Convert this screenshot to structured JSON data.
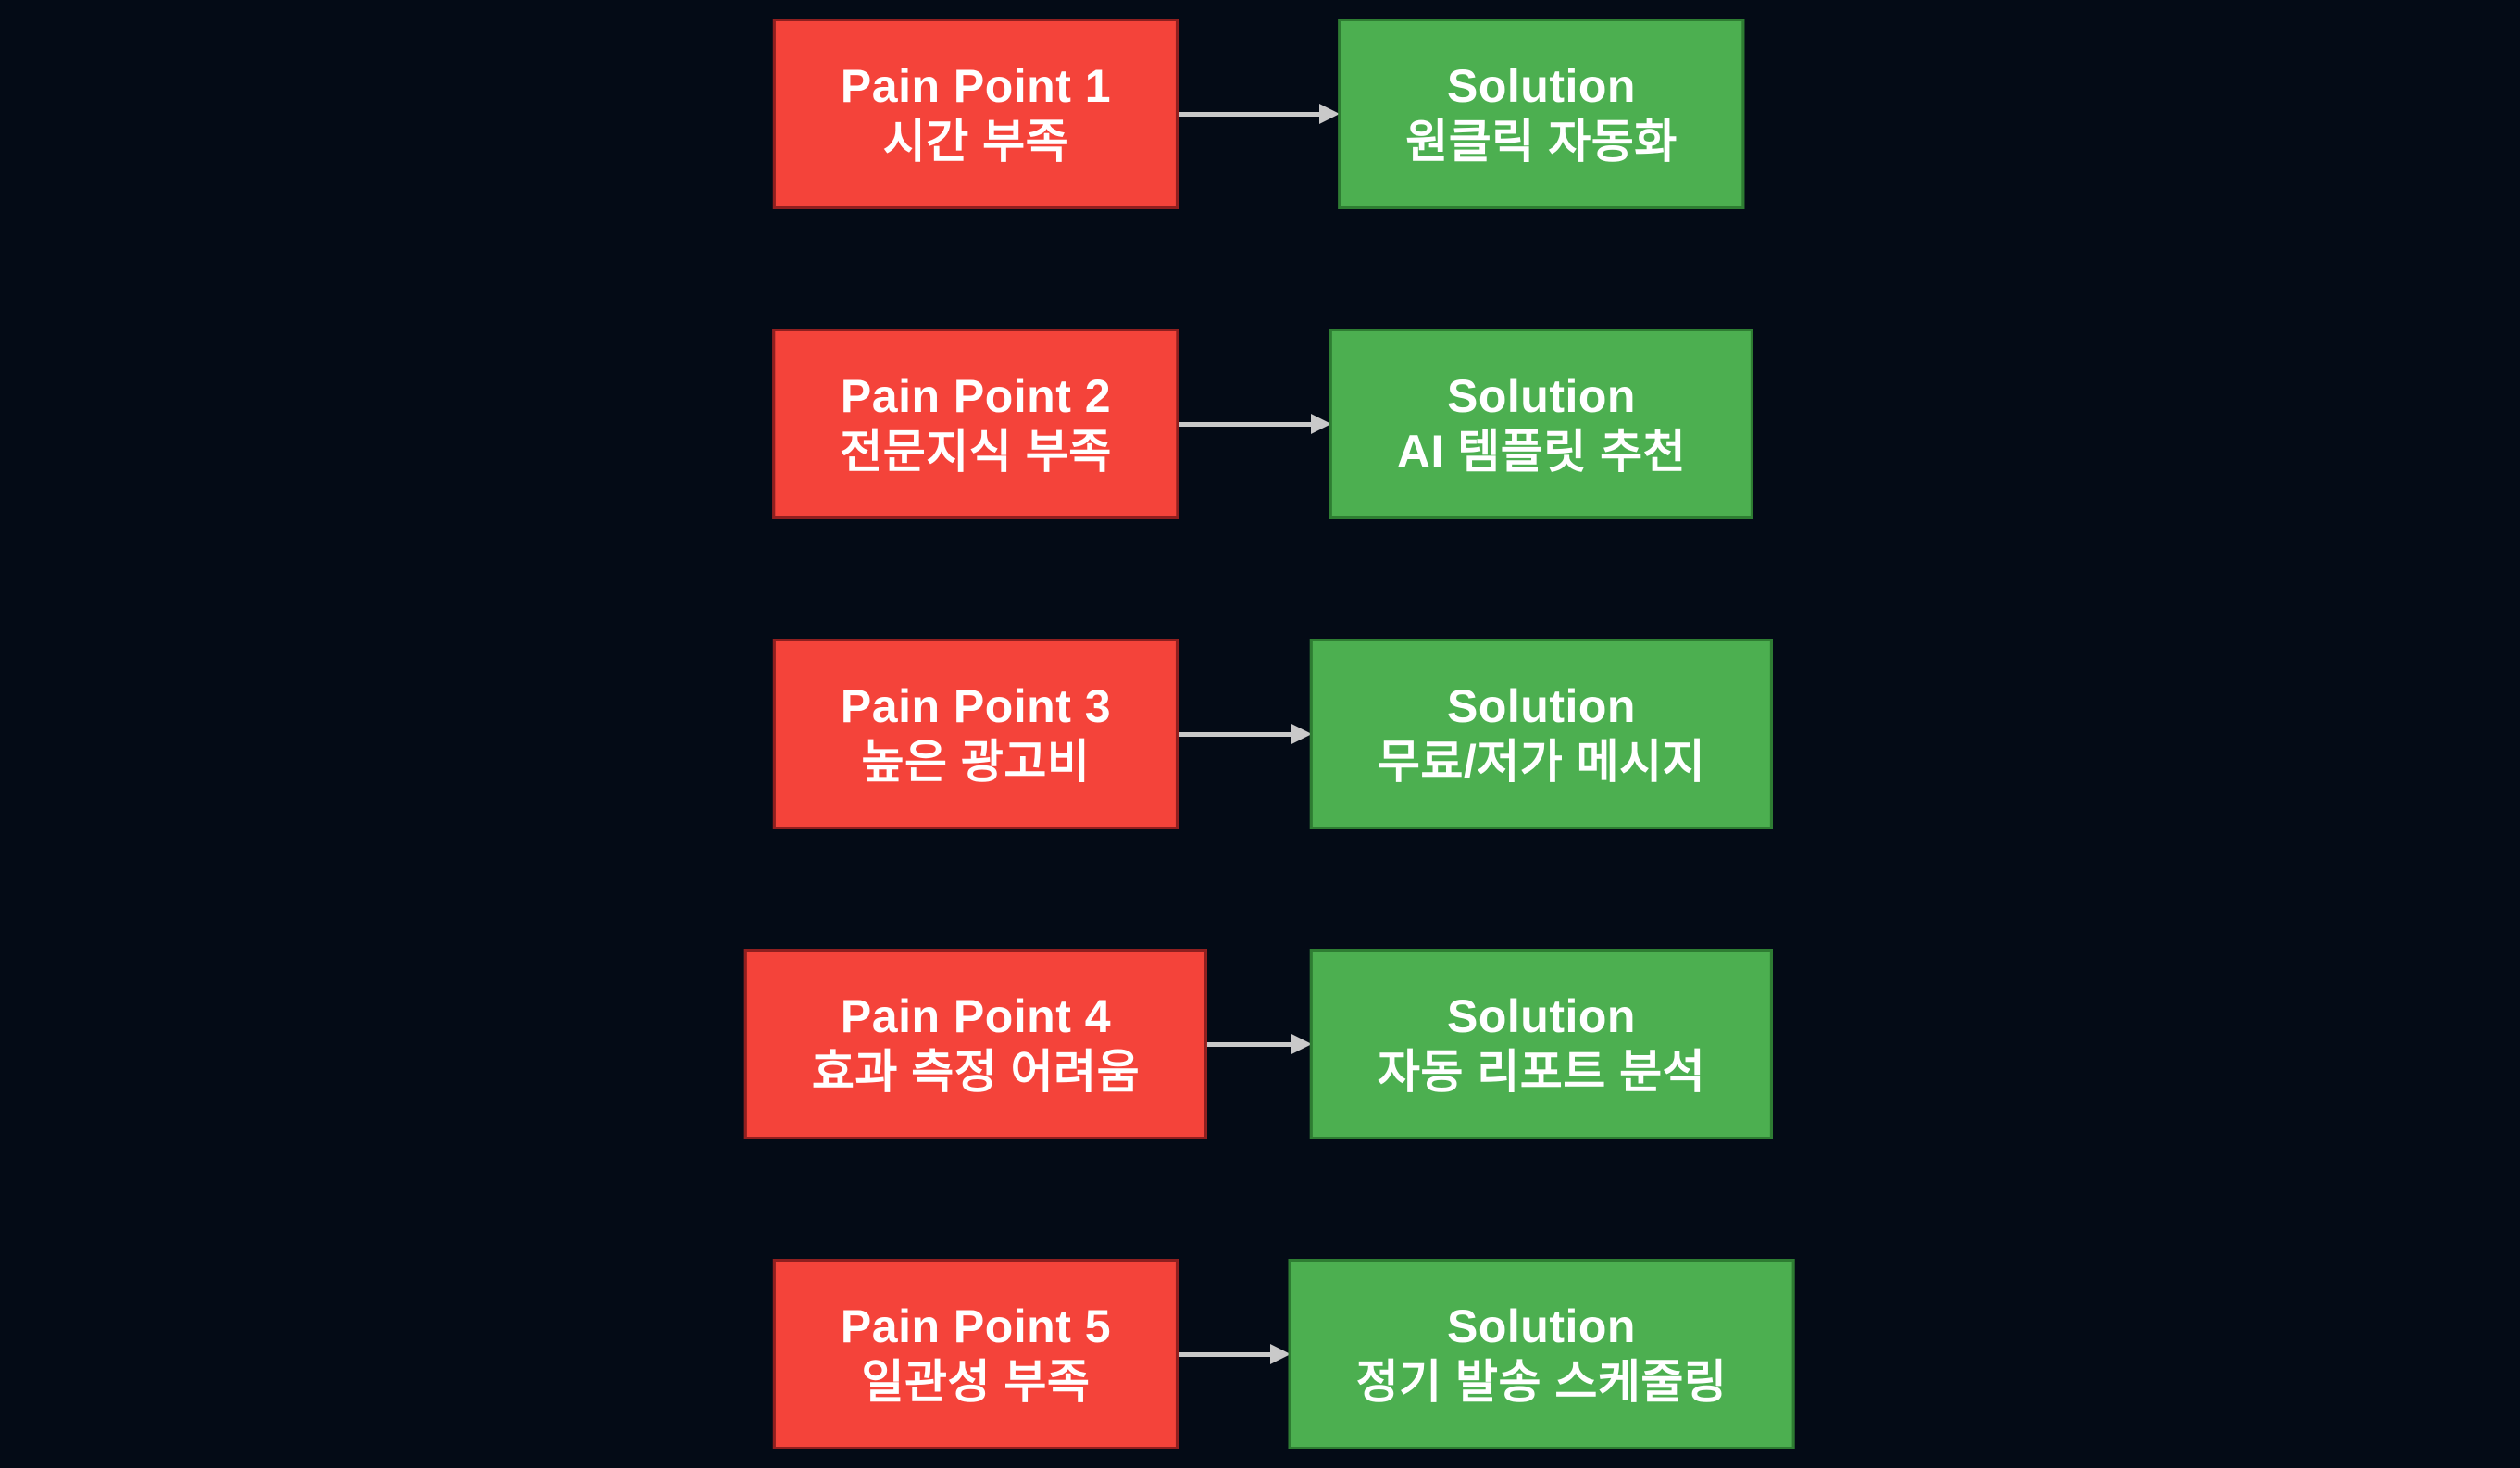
{
  "diagram": {
    "type": "pain-solution-flow",
    "rows": [
      {
        "pain": {
          "title": "Pain Point 1",
          "desc": "시간 부족"
        },
        "solution": {
          "title": "Solution",
          "desc": "원클릭 자동화"
        }
      },
      {
        "pain": {
          "title": "Pain Point 2",
          "desc": "전문지식 부족"
        },
        "solution": {
          "title": "Solution",
          "desc": "AI 템플릿 추천"
        }
      },
      {
        "pain": {
          "title": "Pain Point 3",
          "desc": "높은 광고비"
        },
        "solution": {
          "title": "Solution",
          "desc": "무료/저가 메시지"
        }
      },
      {
        "pain": {
          "title": "Pain Point 4",
          "desc": "효과 측정 어려움"
        },
        "solution": {
          "title": "Solution",
          "desc": "자동 리포트 분석"
        }
      },
      {
        "pain": {
          "title": "Pain Point 5",
          "desc": "일관성 부족"
        },
        "solution": {
          "title": "Solution",
          "desc": "정기 발송 스케줄링"
        }
      }
    ],
    "colors": {
      "background": "#040b16",
      "pain_fill": "#f4433a",
      "pain_border": "#8f1f1f",
      "solution_fill": "#4caf50",
      "solution_border": "#2e7d32",
      "arrow": "#c9c9c9",
      "text": "#ffffff"
    }
  }
}
